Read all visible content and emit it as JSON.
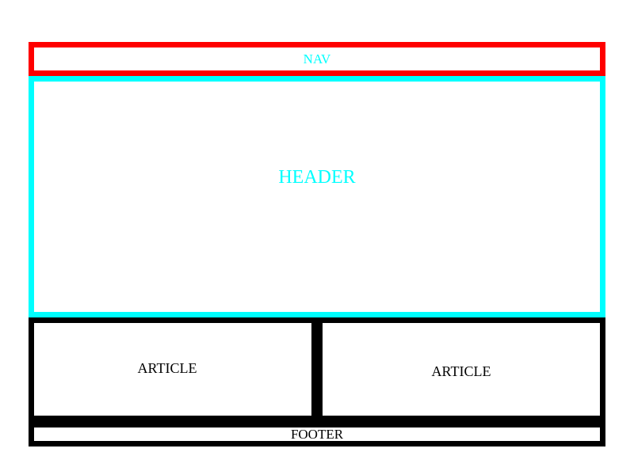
{
  "nav": {
    "label": "NAV"
  },
  "header": {
    "label": "HEADER"
  },
  "articles": [
    {
      "label": "ARTICLE"
    },
    {
      "label": "ARTICLE"
    }
  ],
  "footer": {
    "label": "FOOTER"
  },
  "colors": {
    "nav_border": "#ff0000",
    "nav_text": "#00ffff",
    "header_border": "#00ffff",
    "header_text": "#00ffff",
    "article_border": "#000000",
    "footer_border": "#000000",
    "background": "#ffffff"
  }
}
